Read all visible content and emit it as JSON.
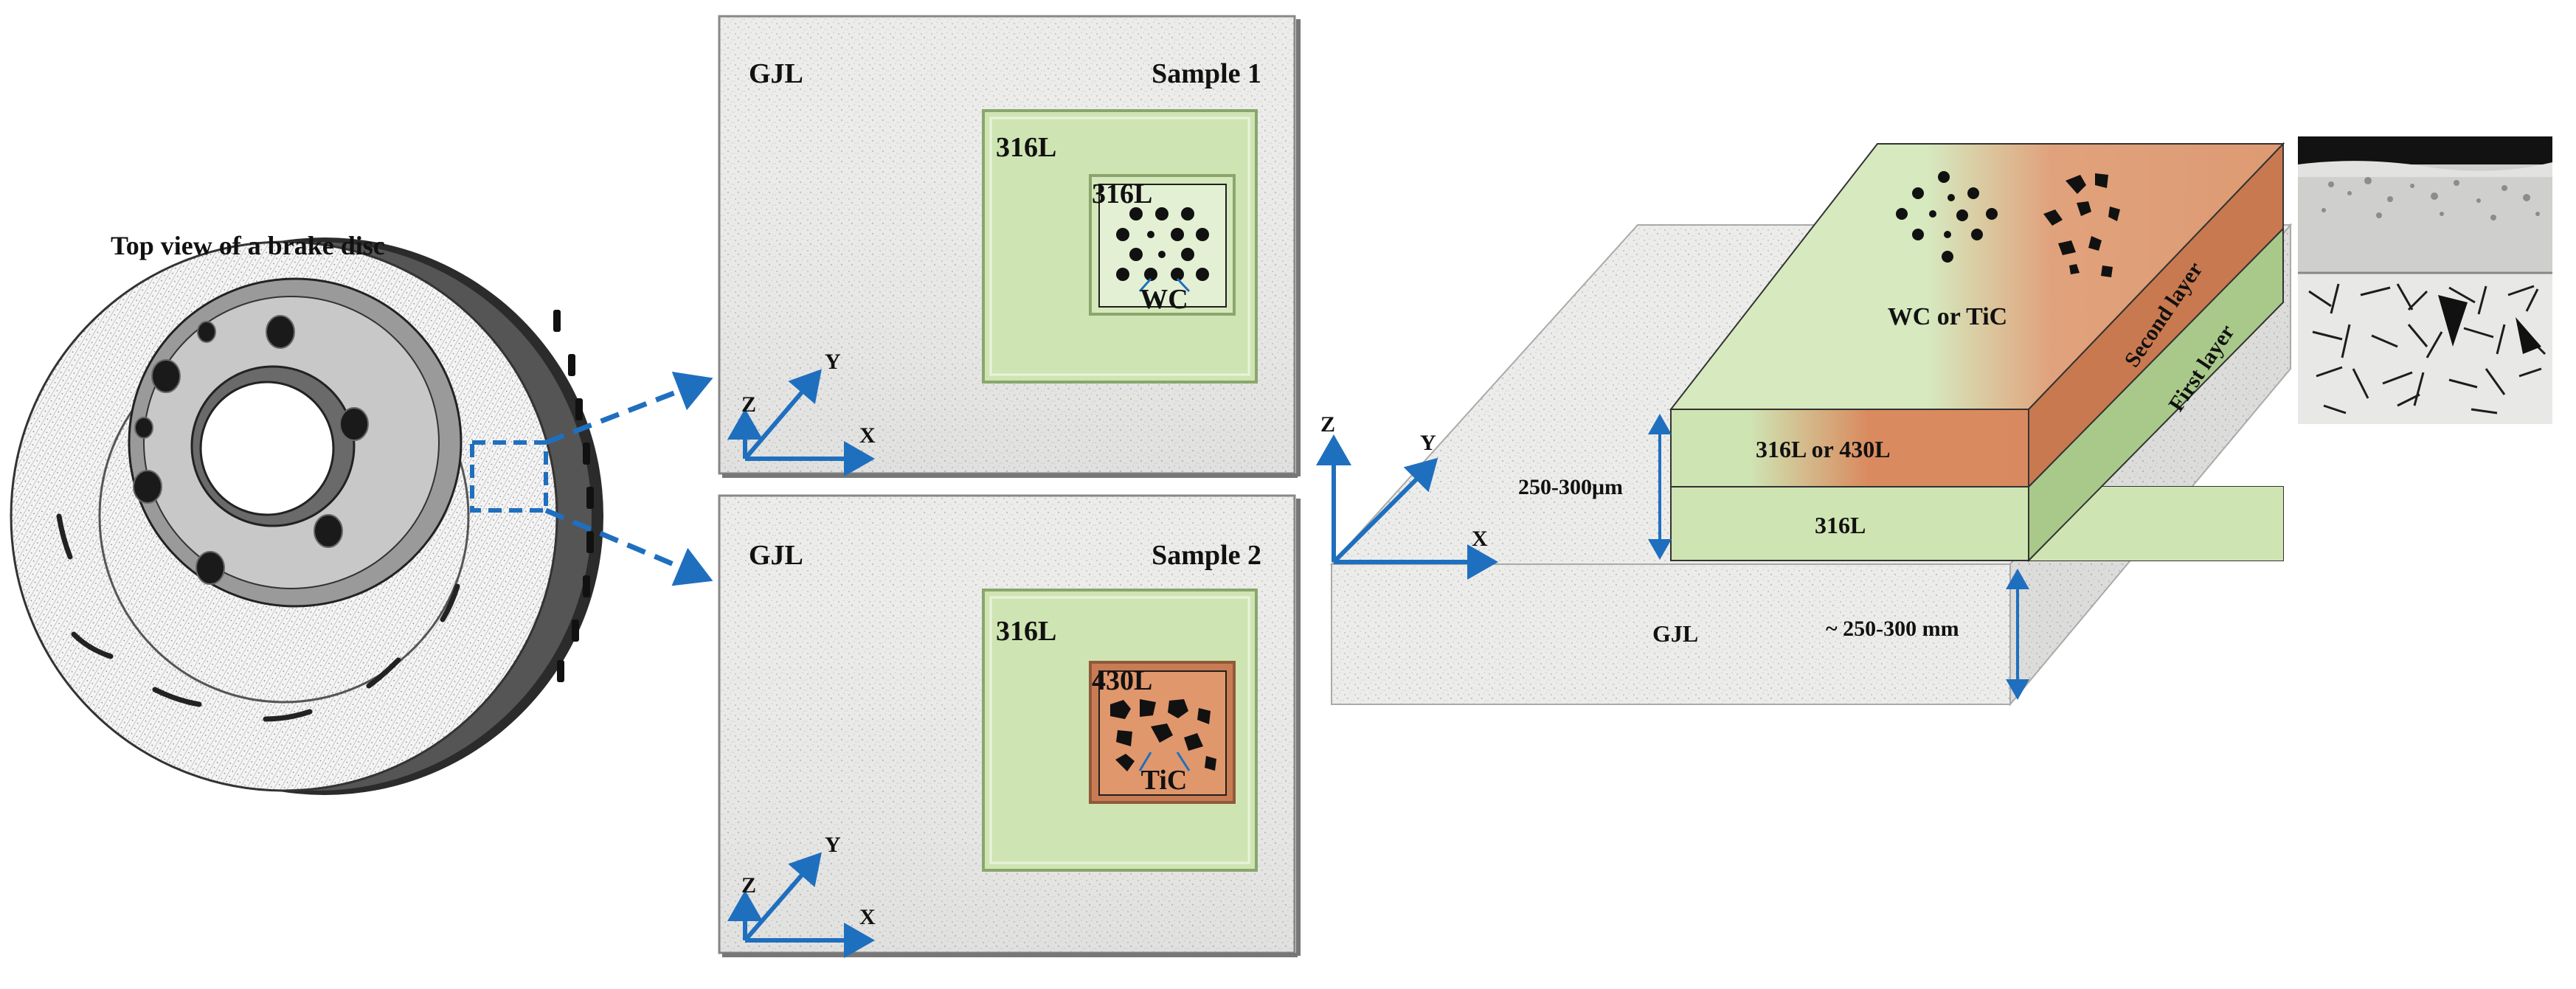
{
  "disc": {
    "caption": "Top view of a brake disc"
  },
  "sample1": {
    "title": "Sample 1",
    "substrate": "GJL",
    "first_layer": "316L",
    "second_layer": "316L",
    "particles": "WC",
    "axes": {
      "x": "X",
      "y": "Y",
      "z": "Z"
    }
  },
  "sample2": {
    "title": "Sample 2",
    "substrate": "GJL",
    "first_layer": "316L",
    "second_layer": "430L",
    "particles": "TiC",
    "axes": {
      "x": "X",
      "y": "Y",
      "z": "Z"
    }
  },
  "block": {
    "substrate": "GJL",
    "second_layer_material": "316L or 430L",
    "first_layer_material": "316L",
    "particles": "WC or TiC",
    "second_layer_side": "Second layer",
    "first_layer_side": "First layer",
    "coating_thickness": "250-300μm",
    "substrate_thickness": "~ 250-300 mm",
    "axes": {
      "x": "X",
      "y": "Y",
      "z": "Z"
    }
  },
  "colors": {
    "layer_316L": "#cfe4b3",
    "layer_430L": "#d9895f",
    "arrow_blue": "#1f6fbf",
    "substrate_gray": "#ebebea"
  }
}
